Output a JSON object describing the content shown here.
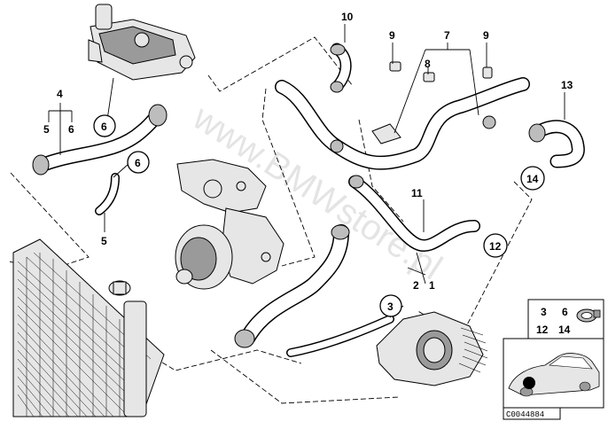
{
  "callouts": {
    "n1": "1",
    "n2": "2",
    "n3": "3",
    "n4": "4",
    "n5a": "5",
    "n5b": "5",
    "n6a": "6",
    "n6b": "6",
    "n6c": "6",
    "n7": "7",
    "n8": "8",
    "n9a": "9",
    "n9b": "9",
    "n10": "10",
    "n11": "11",
    "n12": "12",
    "n13": "13",
    "n14": "14"
  },
  "inset": {
    "numbers": {
      "a": "3",
      "b": "6",
      "c": "12",
      "d": "14"
    }
  },
  "watermark": "www.BMWstore.pl",
  "part_number": "C0044884"
}
